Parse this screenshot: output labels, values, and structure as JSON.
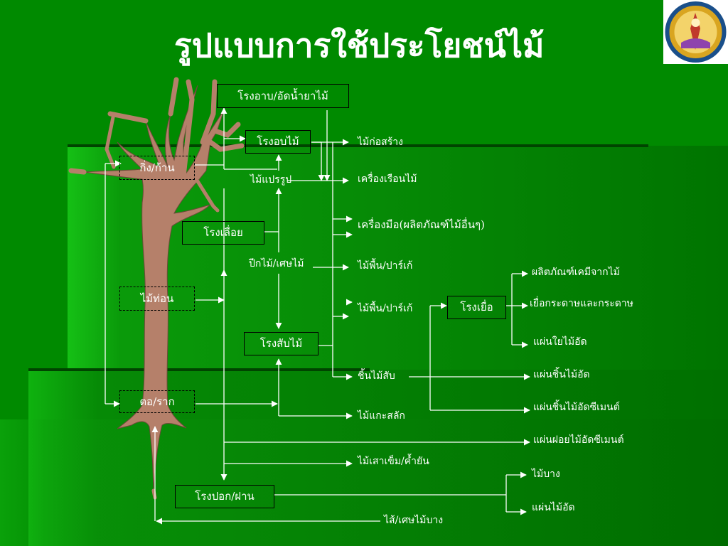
{
  "title": "รูปแบบการใช้ประโยชน์ไม้",
  "tree_parts": {
    "branch": "กิ่ง/ก้าน",
    "log": "ไม้ท่อน",
    "stump": "ตอ/ราก"
  },
  "processes": {
    "drying": "โรงอาบ/อัดน้ำยาไม้",
    "kiln": "โรงอบไม้",
    "processed": "ไม้แปรรูป",
    "sawmill": "โรงเลื่อย",
    "offcuts": "ปีกไม้/เศษไม้",
    "chipper": "โรงสับไม้",
    "peeler": "โรงปอก/ฝาน",
    "pulp": "โรงเยื่อ"
  },
  "products": {
    "construction": "ไม้ก่อสร้าง",
    "furniture": "เครื่องเรือนไม้",
    "tools": "เครื่องมือ(ผลิตภัณฑ์ไม้อื่นๆ)",
    "flooring1": "ไม้พื้น/ปาร์เก้",
    "flooring2": "ไม้พื้น/ปาร์เก้",
    "chips": "ชิ้นไม้สับ",
    "carving": "ไม้แกะสลัก",
    "poles": "ไม้เสาเข็ม/ค้ำยัน",
    "core": "ไส้/เศษไม้บาง",
    "chemical": "ผลิตภัณฑ์เคมีจากไม้",
    "paper": "เยื่อกระดาษและกระดาษ",
    "fibreboard": "แผ่นใยไม้อัด",
    "particleboard": "แผ่นชิ้นไม้อัด",
    "cement_particle": "แผ่นชิ้นไม้อัดซีเมนต์",
    "cement_wool": "แผ่นฝอยไม้อัดซีเมนต์",
    "veneer": "ไม้บาง",
    "plywood": "แผ่นไม้อัด"
  },
  "colors": {
    "background": "#008a00",
    "trunk": "#b5806a",
    "line": "#ffffff"
  }
}
